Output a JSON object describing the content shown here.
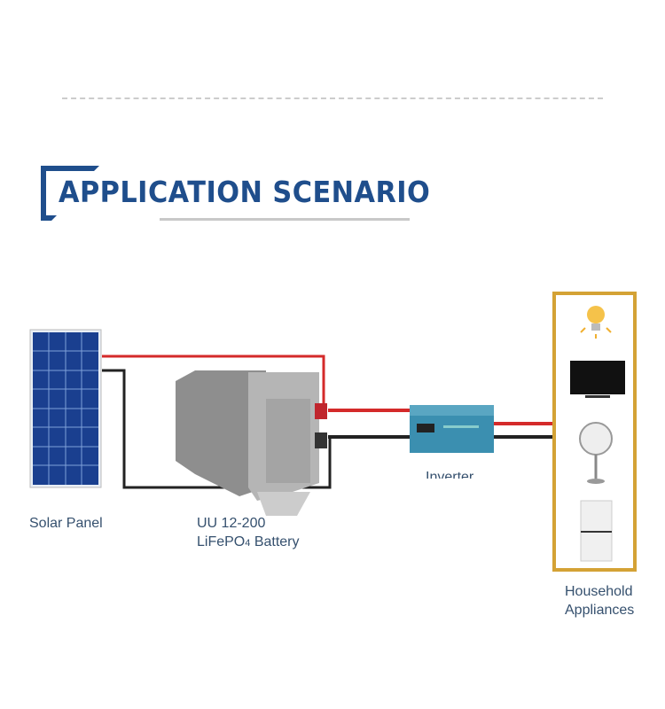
{
  "title": "APPLICATION SCENARIO",
  "labels": {
    "solar_panel": "Solar Panel",
    "battery_line1": "UU 12-200",
    "battery_line2": "LiFePO",
    "battery_sub": "4",
    "battery_line2b": " Battery",
    "inverter": "Inverter",
    "appliances_line1": "Household",
    "appliances_line2": "Appliances"
  },
  "colors": {
    "accent": "#1f4e8c",
    "frame": "#d4a235",
    "positive_wire": "#d42a2a",
    "negative_wire": "#222222"
  }
}
